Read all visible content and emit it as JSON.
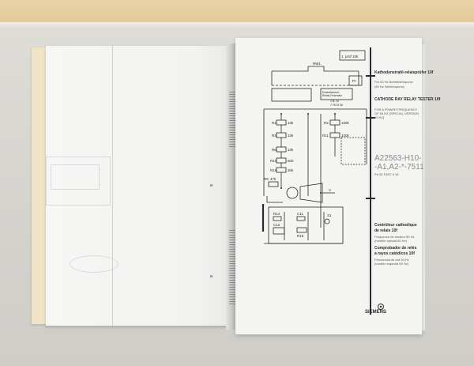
{
  "right_panel": {
    "title_de": "Kathodenstrahl-relaisprüfer 10f",
    "sub_de_1": "Für 50 Hz Betriebsfrequenz",
    "sub_de_2": "(50 Hz Netzfrequenz)",
    "title_en": "CATHODE RAY RELAY TESTER 10f",
    "sub_en_1": "FOR A POWER FREQUENCY",
    "sub_en_2": "OF 50 HZ (SPECIAL VERSION",
    "sub_en_3": "60 HZ)",
    "part_line_1": "A22563-H10-",
    "part_line_2": "-A1,A2-*-7511",
    "part_small": "Pa 35 10/97 9 16",
    "title_fr_1": "Contrôleur cathodique",
    "title_fr_2": "de relais 10f",
    "sub_fr_1": "Fréquence de secteur 50 Hz",
    "sub_fr_2": "(modèle spécial 60 Hz)",
    "title_es_1": "Comprobador de relés",
    "title_es_2": "a rayos catódicos 10f",
    "sub_es_1": "Frecuencia de red 50 Hz",
    "sub_es_2": "(modelo especial 60 Hz)",
    "brand": "SIEMENS"
  },
  "schematic_labels": {
    "top_box": "1. prüf 10k",
    "rw": "RW1",
    "pr": "Pr",
    "r1": "R1",
    "r1v": "10k",
    "r2": "R2",
    "r2v": "100k",
    "r4": "R4",
    "r4v": "10k",
    "r11": "R11",
    "r11v": "100k",
    "r5": "R5",
    "r5v": "10k",
    "r10": "R10",
    "r10v": "600",
    "r16": "R16",
    "r16v": "30k",
    "r9": "R9",
    "r9v": "47k",
    "v": "V",
    "r14": "R14",
    "c11": "C11",
    "c12": "C12",
    "r15": "R15",
    "s1": "S1",
    "box_note_1": "Einstellbereich",
    "box_note_2": "Relais-Federsatz",
    "box_note_3": "1 fiL 1b",
    "box_note_4": "7 F8 33 Sb"
  }
}
